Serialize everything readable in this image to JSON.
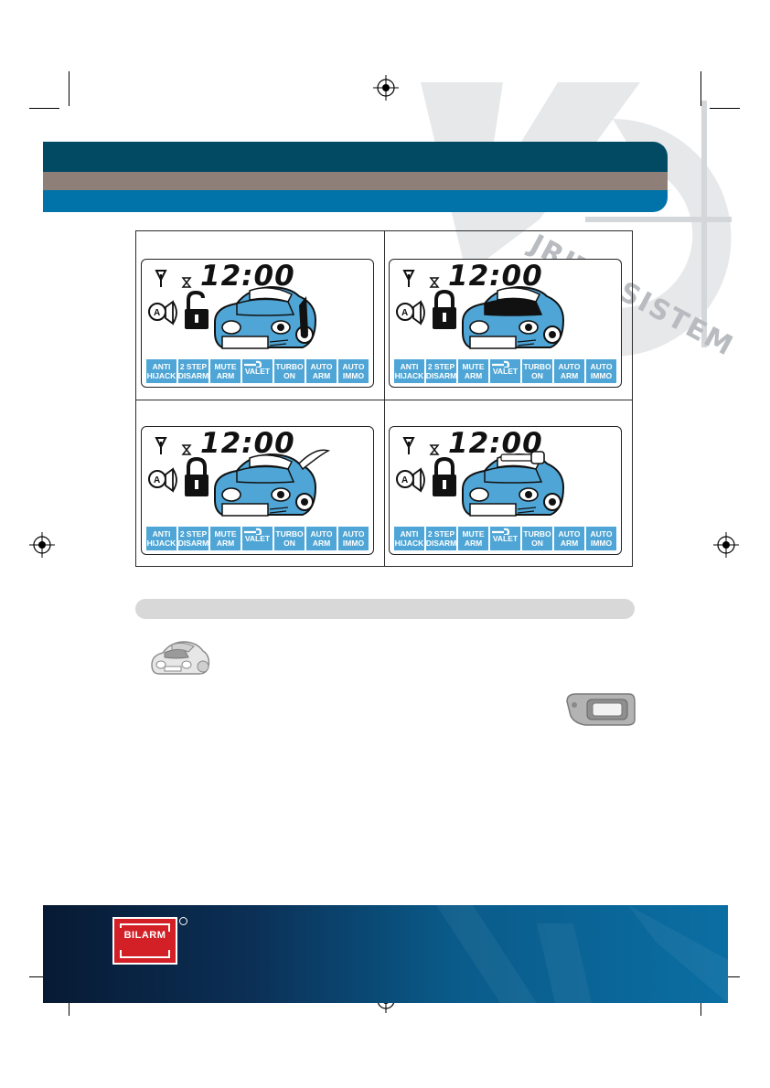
{
  "watermark": {
    "text": "JRITY SISTEM"
  },
  "grid": {
    "panels": [
      {
        "clock": "12:00"
      },
      {
        "clock": "12:00"
      },
      {
        "clock": "12:00"
      },
      {
        "clock": "12:00"
      }
    ],
    "indicators": [
      {
        "line1": "ANTI",
        "line2": "HIJACK"
      },
      {
        "line1": "2 STEP",
        "line2": "DISARM"
      },
      {
        "line1": "MUTE",
        "line2": "ARM"
      },
      {
        "line1": "VALET",
        "line2": ""
      },
      {
        "line1": "TURBO",
        "line2": "ON"
      },
      {
        "line1": "AUTO",
        "line2": "ARM"
      },
      {
        "line1": "AUTO",
        "line2": "IMMO"
      }
    ]
  },
  "footer": {
    "logo_text": "BILARM"
  },
  "colors": {
    "dark_band": "#024a64",
    "mid_band": "#8e8079",
    "blue_band": "#0173a8",
    "lcd_blue": "#4fa6d6",
    "logo_red": "#d32027"
  }
}
